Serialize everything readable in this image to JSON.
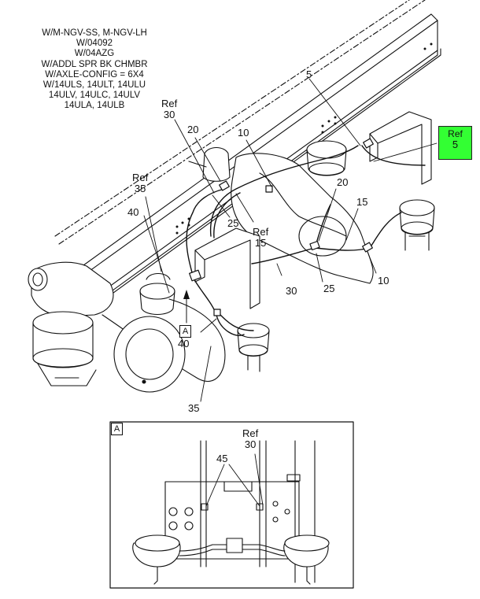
{
  "note_lines": [
    "W/M-NGV-SS, M-NGV-LH",
    "W/04092",
    "W/04AZG",
    "W/ADDL SPR BK CHMBR",
    "W/AXLE-CONFIG = 6X4",
    "W/14ULS, 14ULT, 14ULU",
    "14ULV, 14ULC, 14ULV",
    "14ULA, 14ULB"
  ],
  "ref_button": {
    "line1": "Ref",
    "line2": "5",
    "color": "#33ff33"
  },
  "callouts": {
    "ref30_top": {
      "ref": "Ref",
      "num": "30"
    },
    "c20_left": "20",
    "c10_mid": "10",
    "c5_top": "5",
    "ref35": {
      "ref": "Ref",
      "num": "35"
    },
    "c40_top": "40",
    "c25_left": "25",
    "ref15": {
      "ref": "Ref",
      "num": "15"
    },
    "c20_right": "20",
    "c15_right": "15",
    "c30_bottom": "30",
    "c25_right": "25",
    "c10_right": "10",
    "c40_bottom": "40",
    "c35_bottom": "35",
    "detail_a_main": "A",
    "detail_a_box": "A",
    "ref30_detail": {
      "ref": "Ref",
      "num": "30"
    },
    "c45": "45"
  }
}
